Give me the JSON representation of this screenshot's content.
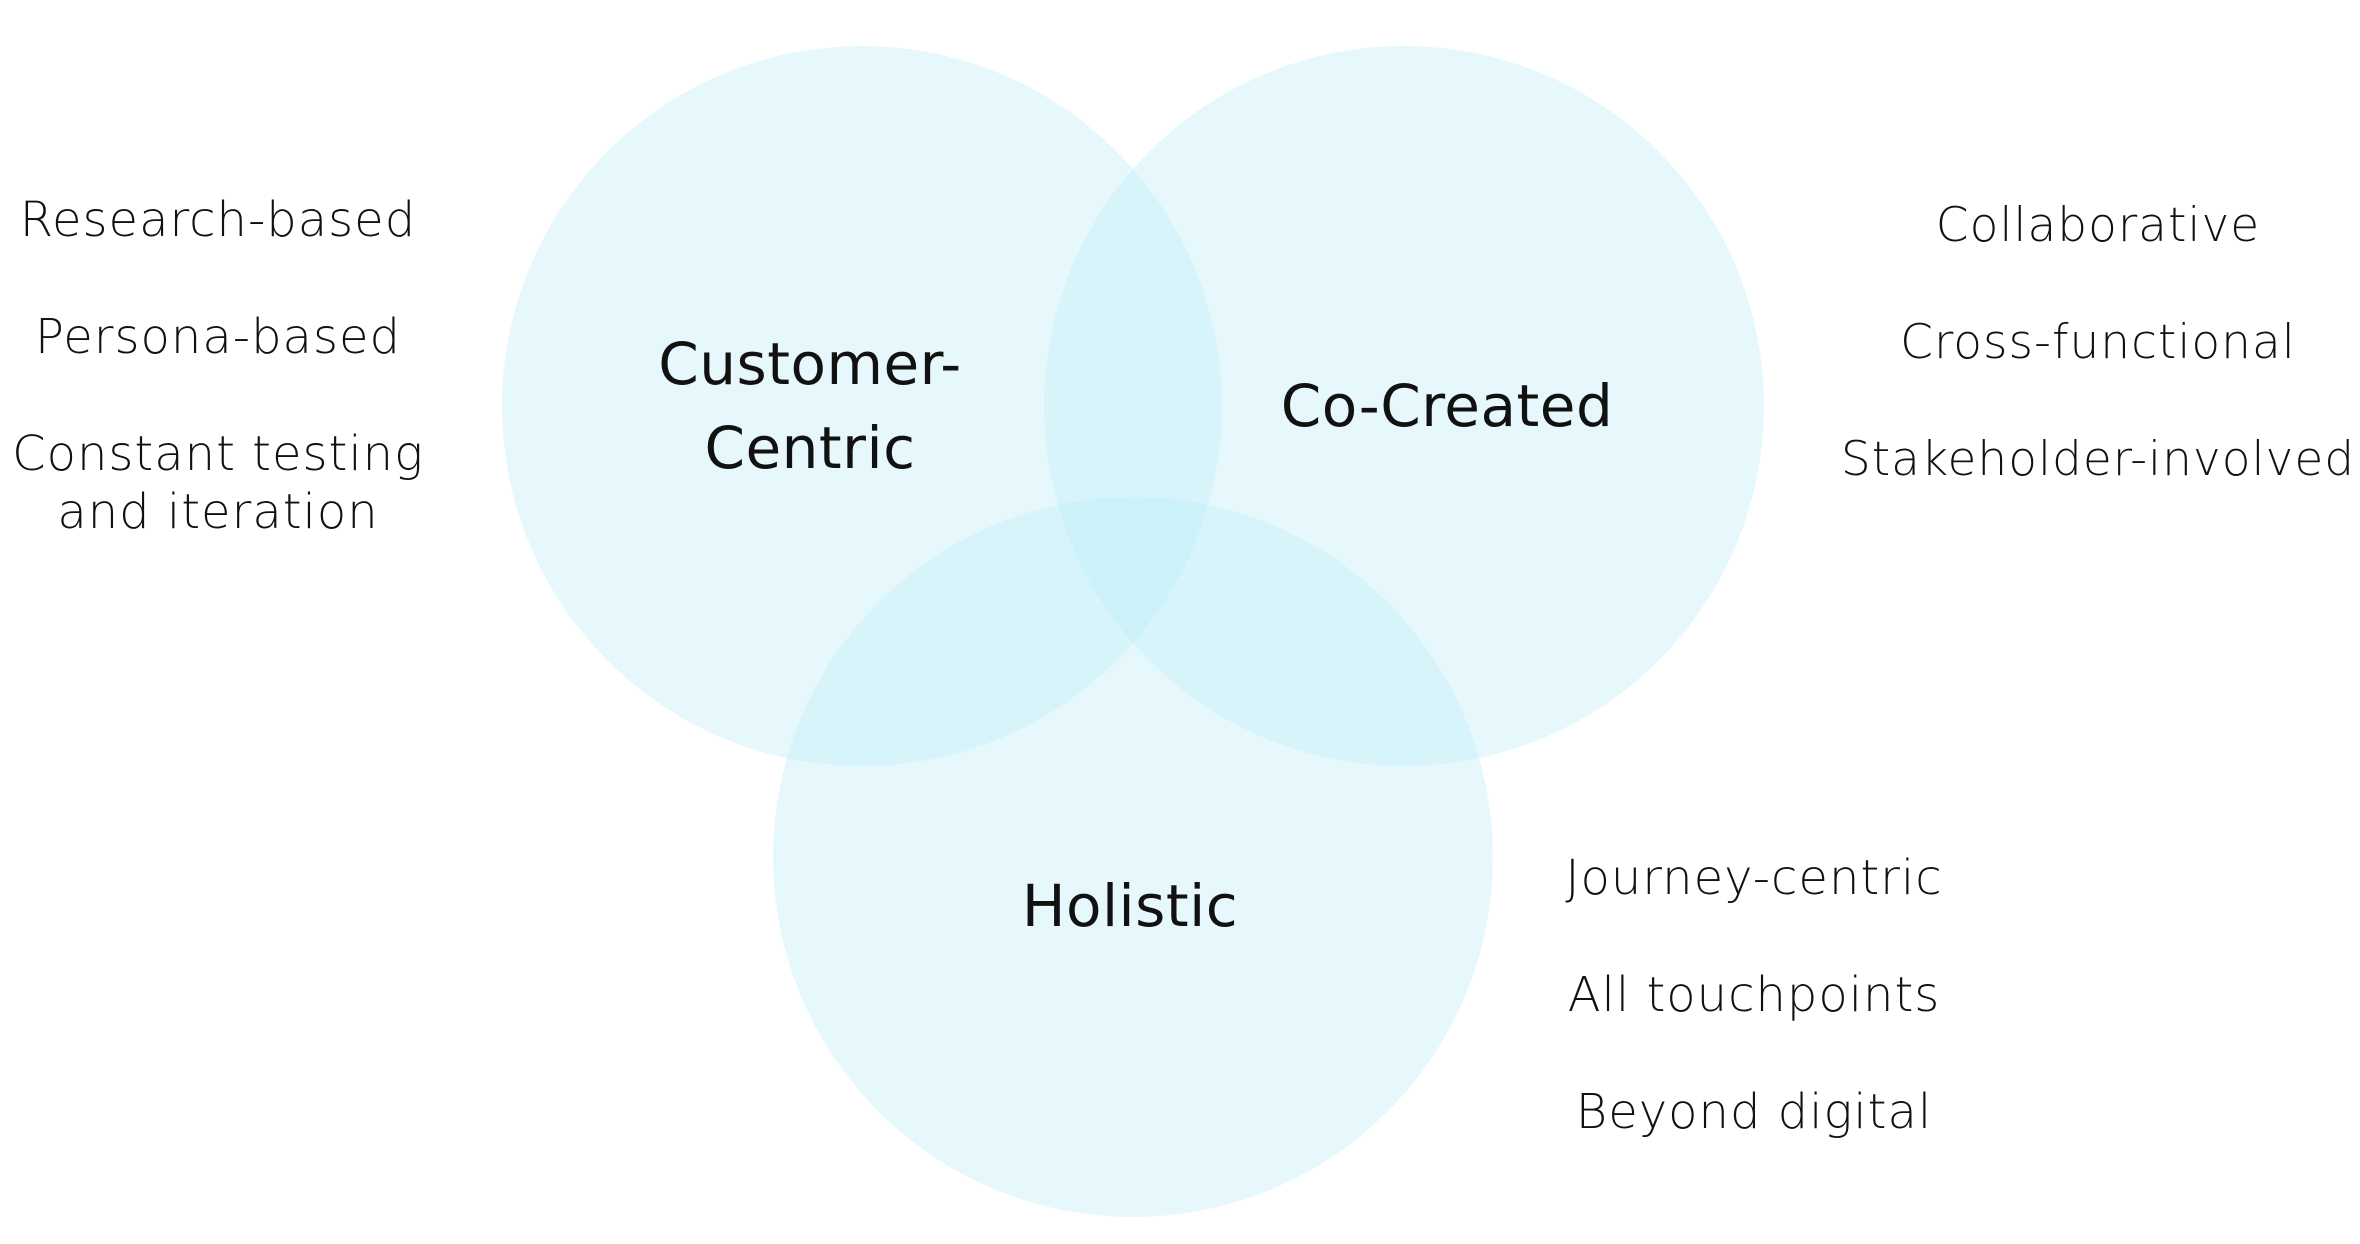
{
  "diagram": {
    "circle_color": "#bdecf8",
    "circles": [
      {
        "id": "customer",
        "label": "Customer-\nCentric"
      },
      {
        "id": "cocreated",
        "label": "Co-Created"
      },
      {
        "id": "holistic",
        "label": "Holistic"
      }
    ],
    "trait_groups": {
      "left": [
        "Research-based",
        "Persona-based",
        "Constant testing\nand iteration"
      ],
      "right_top": [
        "Collaborative",
        "Cross-functional",
        "Stakeholder-involved"
      ],
      "right_bottom": [
        "Journey-centric",
        "All touchpoints",
        "Beyond digital"
      ]
    }
  }
}
